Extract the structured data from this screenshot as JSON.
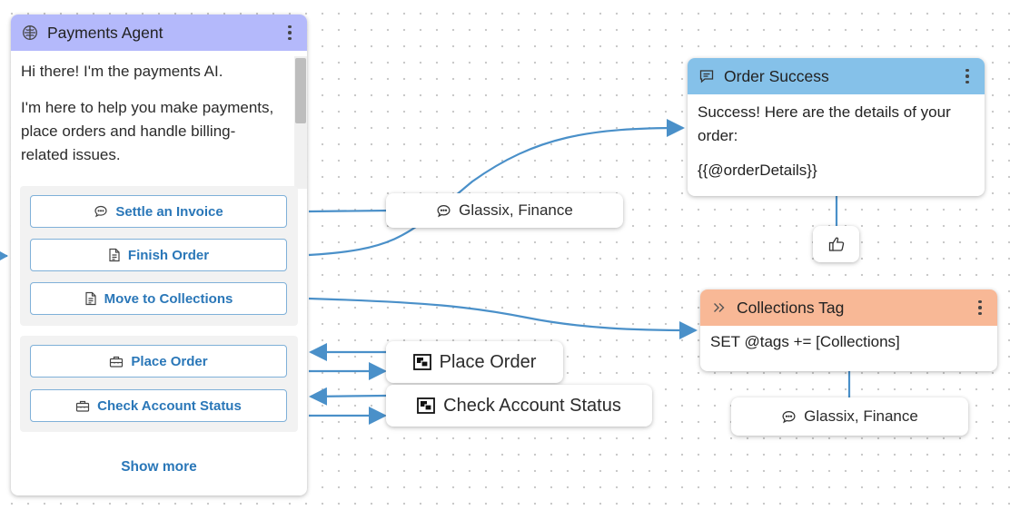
{
  "agent_node": {
    "title": "Payments Agent",
    "icon": "brain-icon",
    "header_color": "#b4b9fb",
    "message_lines": [
      "Hi there! I'm the payments AI.",
      "I'm here to help you make payments, place orders and handle billing-related issues."
    ],
    "button_group_1": [
      {
        "label": "Settle an Invoice",
        "icon": "chat-bubble-icon"
      },
      {
        "label": "Finish Order",
        "icon": "document-icon"
      },
      {
        "label": "Move to Collections",
        "icon": "document-icon"
      }
    ],
    "button_group_2": [
      {
        "label": "Place Order",
        "icon": "toolbox-icon"
      },
      {
        "label": "Check Account Status",
        "icon": "toolbox-icon"
      }
    ],
    "show_more_label": "Show more"
  },
  "order_success_node": {
    "title": "Order Success",
    "icon": "message-square-icon",
    "header_color": "#85c1e9",
    "text": "Success! Here are the details of your order:",
    "variable": "{{@orderDetails}}"
  },
  "collections_node": {
    "title": "Collections Tag",
    "icon": "double-chevron-icon",
    "header_color": "#f8b896",
    "text": "SET @tags += [Collections]"
  },
  "pills": {
    "glassix_finance_1": "Glassix, Finance",
    "glassix_finance_2": "Glassix, Finance",
    "place_order": "Place Order",
    "check_account_status": "Check Account Status"
  },
  "edge_color": "#4a90c9"
}
